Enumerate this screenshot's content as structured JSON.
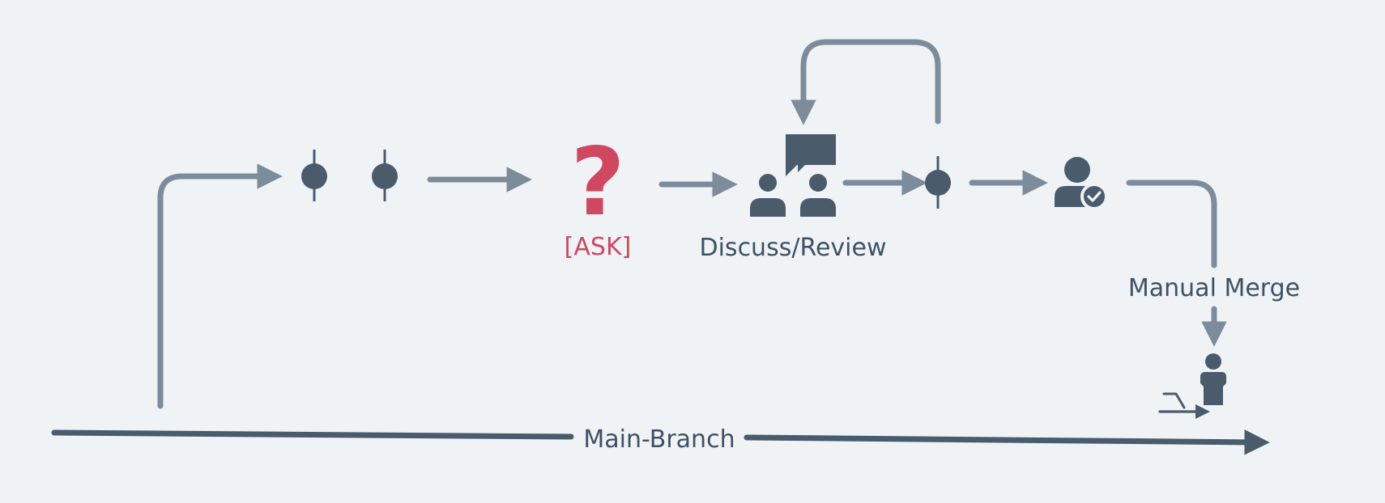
{
  "labels": {
    "ask": "[ASK]",
    "question": "?",
    "discuss_review": "Discuss/Review",
    "manual_merge": "Manual Merge",
    "main_branch": "Main-Branch"
  },
  "colors": {
    "background": "#eff3f6",
    "connector": "#7c8c9b",
    "icon": "#4a5b6b",
    "main_branch": "#4a5b6b",
    "ask": "#d0485f",
    "label": "#3f5163"
  },
  "icons": {
    "commit": "commit-node-icon",
    "question": "question-mark-icon",
    "discussion": "people-discussion-icon",
    "approved": "user-approved-icon",
    "merger": "person-icon",
    "merge_arrow": "merge-arrow-icon"
  }
}
